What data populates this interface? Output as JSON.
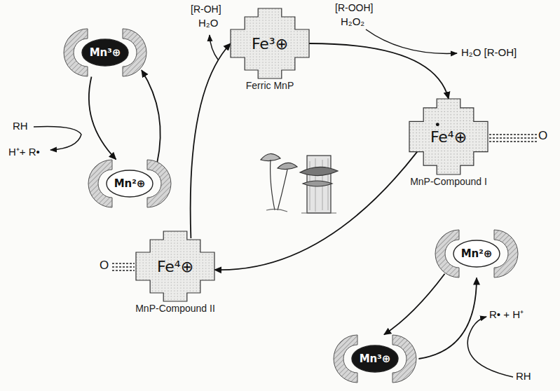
{
  "diagram": {
    "nodes": [
      {
        "text": [
          "Fe³⊕",
          "Ferric MnP"
        ]
      },
      {
        "text": [
          "Fe⁴⊕",
          "MnP-Compound I"
        ]
      },
      {
        "text": [
          "Fe⁴⊕",
          "MnP-Compound II"
        ]
      },
      {
        "text": [
          "Mn³⊕"
        ]
      },
      {
        "text": [
          "Mn²⊕"
        ]
      },
      {
        "text": [
          "Mn²⊕"
        ]
      },
      {
        "text": [
          "Mn³⊕"
        ]
      }
    ],
    "edges": [
      {
        "from": 0,
        "to": 1,
        "arrow": "to"
      },
      {
        "from": 1,
        "to": 2,
        "arrow": "to"
      },
      {
        "from": 2,
        "to": 0,
        "arrow": "to"
      },
      {
        "from": 3,
        "to": 4,
        "arrow": "to"
      },
      {
        "from": 4,
        "to": 3,
        "arrow": "to"
      },
      {
        "from": 5,
        "to": 6,
        "arrow": "to"
      },
      {
        "from": 6,
        "to": 5,
        "arrow": "to"
      }
    ],
    "labels": [
      "[R-OH]",
      "H₂O",
      "[R-OOH]",
      "H₂O₂",
      "H₂O [R-OH]",
      "RH",
      "H⁺+ R•",
      "O",
      "O",
      "R• + H⁺",
      "RH"
    ]
  }
}
